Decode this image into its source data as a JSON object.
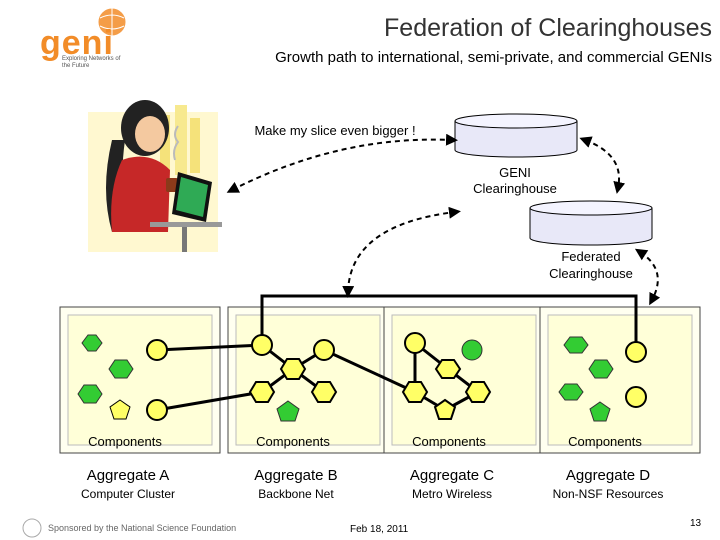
{
  "header": {
    "title": "Federation of Clearinghouses",
    "subtitle": "Growth path to international, semi-private, and commercial GENIs",
    "logo_word": "geni",
    "logo_tagline": "Exploring Networks of the Future"
  },
  "callouts": {
    "user_request": "Make my slice even bigger !",
    "geni_clearinghouse": [
      "GENI",
      "Clearinghouse"
    ],
    "federated_clearinghouse": [
      "Federated",
      "Clearinghouse"
    ]
  },
  "aggregates": [
    {
      "components_label": "Components",
      "name": "Aggregate A",
      "type": "Computer Cluster"
    },
    {
      "components_label": "Components",
      "name": "Aggregate B",
      "type": "Backbone Net"
    },
    {
      "components_label": "Components",
      "name": "Aggregate C",
      "type": "Metro Wireless"
    },
    {
      "components_label": "Components",
      "name": "Aggregate D",
      "type": "Non-NSF Resources"
    }
  ],
  "footer": {
    "sponsor": "Sponsored by the National Science Foundation",
    "date": "Feb 18, 2011",
    "page": "13"
  },
  "colors": {
    "accent_orange": "#f28c28",
    "yellow_node": "#ffff66",
    "green_node": "#33cc33",
    "panel_fill": "#ffffd8",
    "db_fill": "#e8e8f8"
  }
}
